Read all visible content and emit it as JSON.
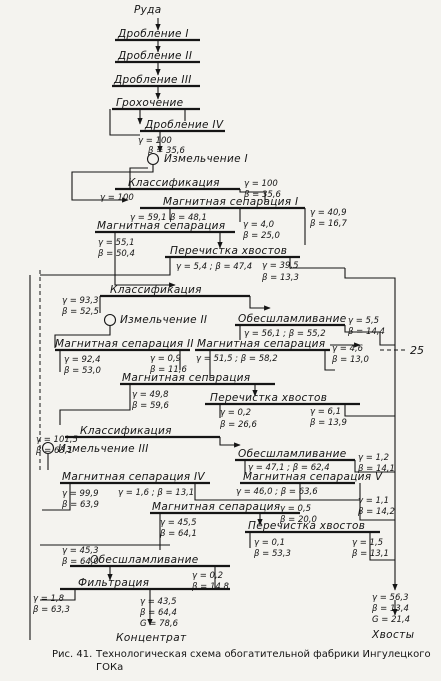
{
  "stages": {
    "ore": "Руда",
    "crush1": "Дробление I",
    "crush2": "Дробление II",
    "crush3": "Дробление III",
    "screening": "Грохочение",
    "crush4": "Дробление IV",
    "grind1": "Измельчение I",
    "class1": "Классификация",
    "magsep1": "Магнитная сепарация I",
    "magsep2": "Магнитная сепарация",
    "clean1": "Перечистка хвостов",
    "class2": "Классификация",
    "grind2": "Измельчение II",
    "desl1": "Обесшламливание",
    "magsep3": "Магнитная сепарация II",
    "magsep4": "Магнитная сепарация",
    "magsep5": "Магнитная сепарация",
    "clean2": "Перечистка хвостов",
    "class3": "Классификация",
    "grind3": "Измельчение III",
    "desl2": "Обесшламливание",
    "magsep6": "Магнитная сепарация IV",
    "magsep7": "Магнитная сепарация V",
    "magsep8": "Магнитная сепарация",
    "clean3": "Перечистка хвостов",
    "desl3": "Обесшламливание",
    "filtration": "Фильтрация"
  },
  "params": {
    "p01": "γ = 100",
    "p02": "β = 35,6",
    "p03": "γ = 100",
    "p04": "γ = 100",
    "p05": "β = 35,6",
    "p06": "γ = 59,1",
    "p07": "β = 48,1",
    "p08": "γ = 4,0",
    "p09": "β = 25,0",
    "p10": "γ = 40,9",
    "p11": "β = 16,7",
    "p12": "γ = 55,1",
    "p13": "β = 50,4",
    "p14": "γ = 5,4 ; β = 47,4",
    "p15": "γ = 39,5",
    "p16": "β = 13,3",
    "p17": "γ = 93,3",
    "p18": "β = 52,5",
    "p19": "γ = 56,1 ; β = 55,2",
    "p20": "γ = 5,5",
    "p21": "β = 14,4",
    "p22": "γ = 92,4",
    "p23": "β = 53,0",
    "p24": "γ = 0,9",
    "p25": "β = 11,6",
    "p26": "γ = 51,5 ; β = 58,2",
    "p27": "γ = 4,6",
    "p28": "β = 13,0",
    "p29": "γ = 49,8",
    "p30": "β = 59,6",
    "p31": "γ = 0,2",
    "p32": "β = 26,6",
    "p33": "γ = 6,1",
    "p34": "β = 13,9",
    "p35": "γ = 101,5",
    "p36": "β = 63,1",
    "p37": "γ = 47,1 ; β = 62,4",
    "p38": "γ = 1,2",
    "p39": "β = 14,1",
    "p40": "γ = 99,9",
    "p41": "β = 63,9",
    "p42": "γ = 1,6 ; β = 13,1",
    "p43": "γ = 46,0 ; β = 63,6",
    "p44": "γ = 1,1",
    "p45": "β = 14,2",
    "p46": "γ = 45,5",
    "p47": "β = 64,1",
    "p48": "γ = 0,5",
    "p49": "β = 20,0",
    "p50": "γ = 0,1",
    "p51": "β = 53,3",
    "p52": "γ = 1,5",
    "p53": "β = 13,1",
    "p54": "γ = 45,3",
    "p55": "β = 64,0",
    "p56": "γ = 0,2",
    "p57": "β = 14,8",
    "p58": "γ = 1,8",
    "p59": "β = 63,3",
    "p60": "γ = 43,5",
    "p61": "β = 64,4",
    "p62": "G = 78,6",
    "p63": "γ = 56,3",
    "p64": "β = 13,4",
    "p65": "G = 21,4"
  },
  "products": {
    "concentrate": "Концентрат",
    "tailings": "Хвосты"
  },
  "side_mark": "25",
  "caption": {
    "prefix": "Рис. 41.",
    "line1": "Технологическая схема обогатительной фабрики Ингулецкого",
    "line2": "ГОКа"
  }
}
